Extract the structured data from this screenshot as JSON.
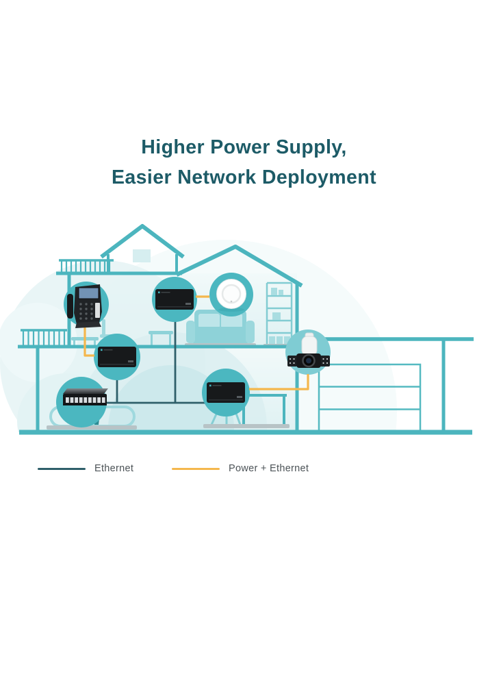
{
  "title": {
    "line1": "Higher Power Supply,",
    "line2": "Easier Network Deployment"
  },
  "legend": {
    "items": [
      {
        "id": "ethernet",
        "label": "Ethernet",
        "color": "#2f5f6a"
      },
      {
        "id": "power-ethernet",
        "label": "Power + Ethernet",
        "color": "#f4b74d"
      }
    ]
  },
  "diagram": {
    "scene": "Two-story house cross-section with attached garage showing PoE network deployment",
    "devices": [
      {
        "id": "ip-phone",
        "label": "IP phone",
        "location": "second floor left"
      },
      {
        "id": "poe-injector-upstairs",
        "label": "PoE injector",
        "location": "second floor center"
      },
      {
        "id": "ceiling-access-point",
        "label": "Ceiling-mount access point",
        "location": "second floor center"
      },
      {
        "id": "poe-injector-midfloor",
        "label": "PoE injector",
        "location": "first floor left"
      },
      {
        "id": "poe-switch",
        "label": "8-port PoE switch",
        "location": "first floor left"
      },
      {
        "id": "poe-injector-downstairs",
        "label": "PoE injector",
        "location": "first floor center"
      },
      {
        "id": "outdoor-camera",
        "label": "Outdoor PTZ camera",
        "location": "garage wall"
      }
    ],
    "connections": [
      {
        "from": "poe-injector-midfloor",
        "to": "ip-phone",
        "type": "power-ethernet"
      },
      {
        "from": "poe-injector-upstairs",
        "to": "ceiling-access-point",
        "type": "power-ethernet"
      },
      {
        "from": "poe-injector-downstairs",
        "to": "outdoor-camera",
        "type": "power-ethernet"
      },
      {
        "from": "poe-switch",
        "to": "poe-injector-midfloor",
        "type": "ethernet"
      },
      {
        "from": "poe-switch",
        "to": "poe-injector-upstairs",
        "type": "ethernet"
      },
      {
        "from": "poe-switch",
        "to": "poe-injector-downstairs",
        "type": "ethernet"
      }
    ]
  },
  "colors": {
    "background": "#ffffff",
    "title_text": "#1d5b67",
    "house_teal": "#4cb5be",
    "furniture_teal": "#9fd9de",
    "furniture_teal_dark": "#8ed2d8",
    "device_circle": "#4bb7c0",
    "camera_circle": "#7fccd3",
    "ethernet_line": "#2f5f6a",
    "poe_line": "#f4b74d",
    "legend_text": "#4c5357"
  }
}
